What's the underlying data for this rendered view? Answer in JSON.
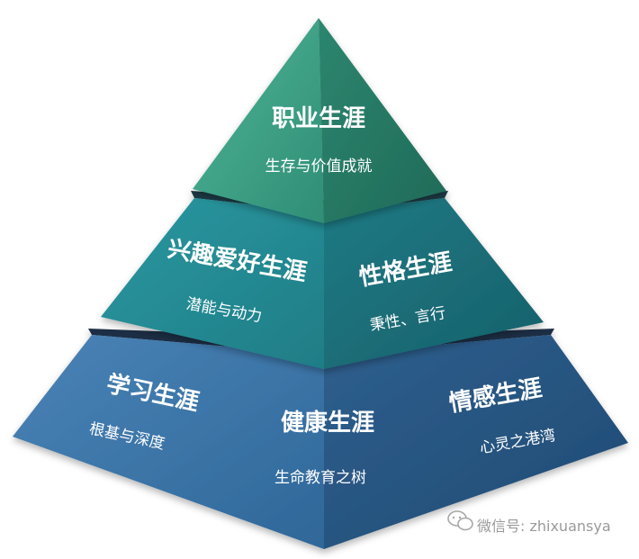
{
  "pyramid": {
    "top": {
      "title": "职业生涯",
      "subtitle": "生存与价值成就",
      "colors": {
        "left": "#3f9f86",
        "right": "#2e7f6a"
      }
    },
    "middle": {
      "left_title": "兴趣爱好生涯",
      "left_subtitle": "潜能与动力",
      "right_title": "性格生涯",
      "right_subtitle": "秉性、言行",
      "colors": {
        "left": "#2d8c95",
        "right": "#1f6e78",
        "ledge": "#1c3a44"
      }
    },
    "bottom": {
      "left_title": "学习生涯",
      "left_subtitle": "根基与深度",
      "center_title": "健康生涯",
      "center_subtitle": "生命教育之树",
      "right_title": "情感生涯",
      "right_subtitle": "心灵之港湾",
      "colors": {
        "left": "#3d73a6",
        "right": "#2b5a88",
        "ledge": "#1f2f44"
      }
    }
  },
  "watermark": {
    "icon": "wechat-icon",
    "text": "微信号: zhixuansya"
  }
}
